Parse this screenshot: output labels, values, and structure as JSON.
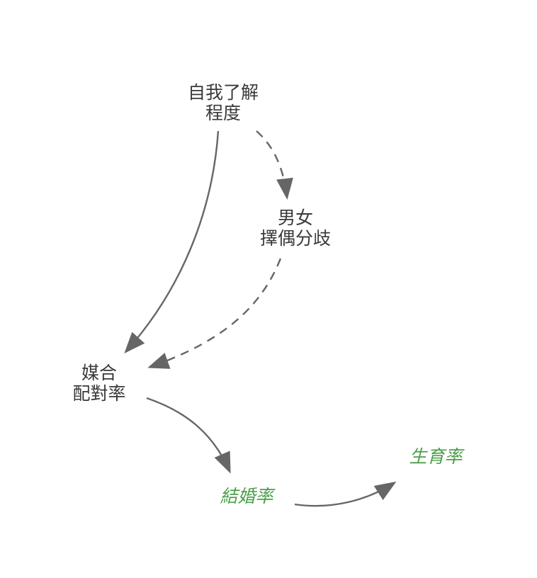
{
  "nodes": {
    "self_knowledge": {
      "lines": [
        "自我了解",
        "程度"
      ]
    },
    "gender_divergence": {
      "lines": [
        "男女",
        "擇偶分歧"
      ]
    },
    "matching_rate": {
      "lines": [
        "媒合",
        "配對率"
      ]
    },
    "marriage_rate": {
      "lines": [
        "結婚率"
      ]
    },
    "fertility_rate": {
      "lines": [
        "生育率"
      ]
    }
  },
  "colors": {
    "node_text": "#3a3a3a",
    "output_text": "#4a9e4a",
    "arrow": "#666666"
  },
  "links": [
    {
      "from": "self_knowledge",
      "to": "matching_rate",
      "style": "solid"
    },
    {
      "from": "self_knowledge",
      "to": "gender_divergence",
      "style": "dashed"
    },
    {
      "from": "gender_divergence",
      "to": "matching_rate",
      "style": "dashed"
    },
    {
      "from": "matching_rate",
      "to": "marriage_rate",
      "style": "solid"
    },
    {
      "from": "marriage_rate",
      "to": "fertility_rate",
      "style": "solid"
    }
  ]
}
